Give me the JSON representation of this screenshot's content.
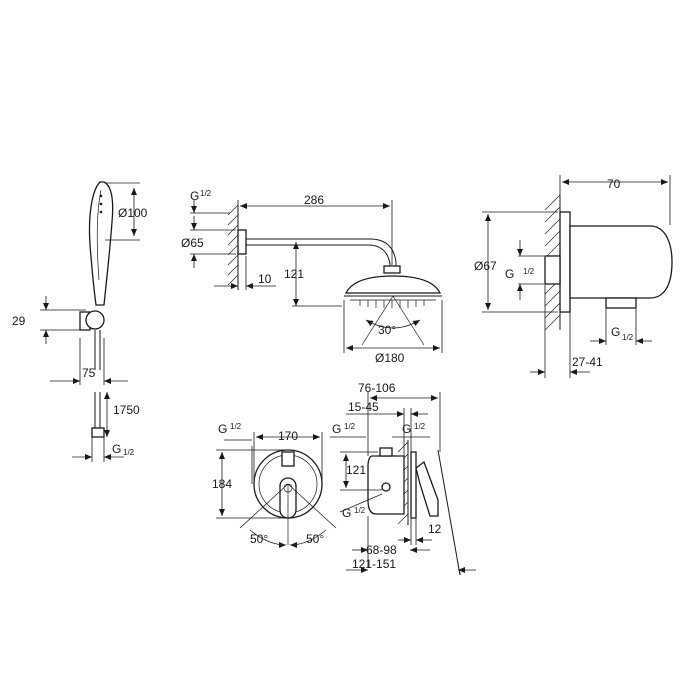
{
  "handshower": {
    "dia": "Ø100",
    "h": "29",
    "w": "75",
    "hose": "1750",
    "thread": "G",
    "thread_fraction": "1/2"
  },
  "headshower": {
    "thread": "G",
    "thread_fraction": "1/2",
    "arm_length": "286",
    "flange_dia": "Ø65",
    "offset": "10",
    "drop": "121",
    "angle": "30°",
    "dia": "Ø180"
  },
  "elbow": {
    "width": "70",
    "dia": "Ø67",
    "thread": "G",
    "thread_fraction": "1/2",
    "thread_bottom": "G",
    "thread_bottom_fraction": "1/2",
    "range": "27-41"
  },
  "mixer_front": {
    "thread_left": "G",
    "thread_left_fraction": "1/2",
    "width": "170",
    "height": "184",
    "angle_left": "50°",
    "angle_right": "50°"
  },
  "mixer_side": {
    "depth_total": "76-106",
    "depth_inner": "15-45",
    "thread_a": "G",
    "thread_a_fraction": "1/2",
    "thread_b": "G",
    "thread_b_fraction": "1/2",
    "thread_c": "G",
    "thread_c_fraction": "1/2",
    "height": "121",
    "plate": "12",
    "range_a": "68-98",
    "range_b": "121-151"
  }
}
